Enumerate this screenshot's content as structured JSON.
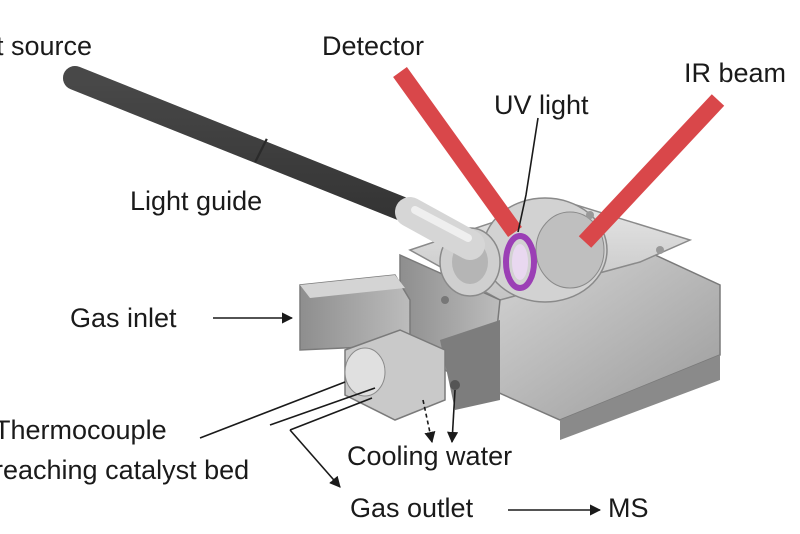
{
  "labels": {
    "light_source": "t source",
    "detector": "Detector",
    "ir_beam": "IR beam",
    "uv_light": "UV light",
    "light_guide": "Light guide",
    "gas_inlet": "Gas inlet",
    "thermocouple_line1": "Thermocouple",
    "thermocouple_line2": "reaching catalyst bed",
    "cooling_water": "Cooling water",
    "gas_outlet": "Gas outlet",
    "ms": "MS"
  },
  "colors": {
    "beam_red": "#d9474a",
    "guide_dark": "#3b3b3b",
    "body_gray": "#b9b9b9",
    "uv_violet": "#9b3fb5",
    "text": "#1a1a1a"
  }
}
